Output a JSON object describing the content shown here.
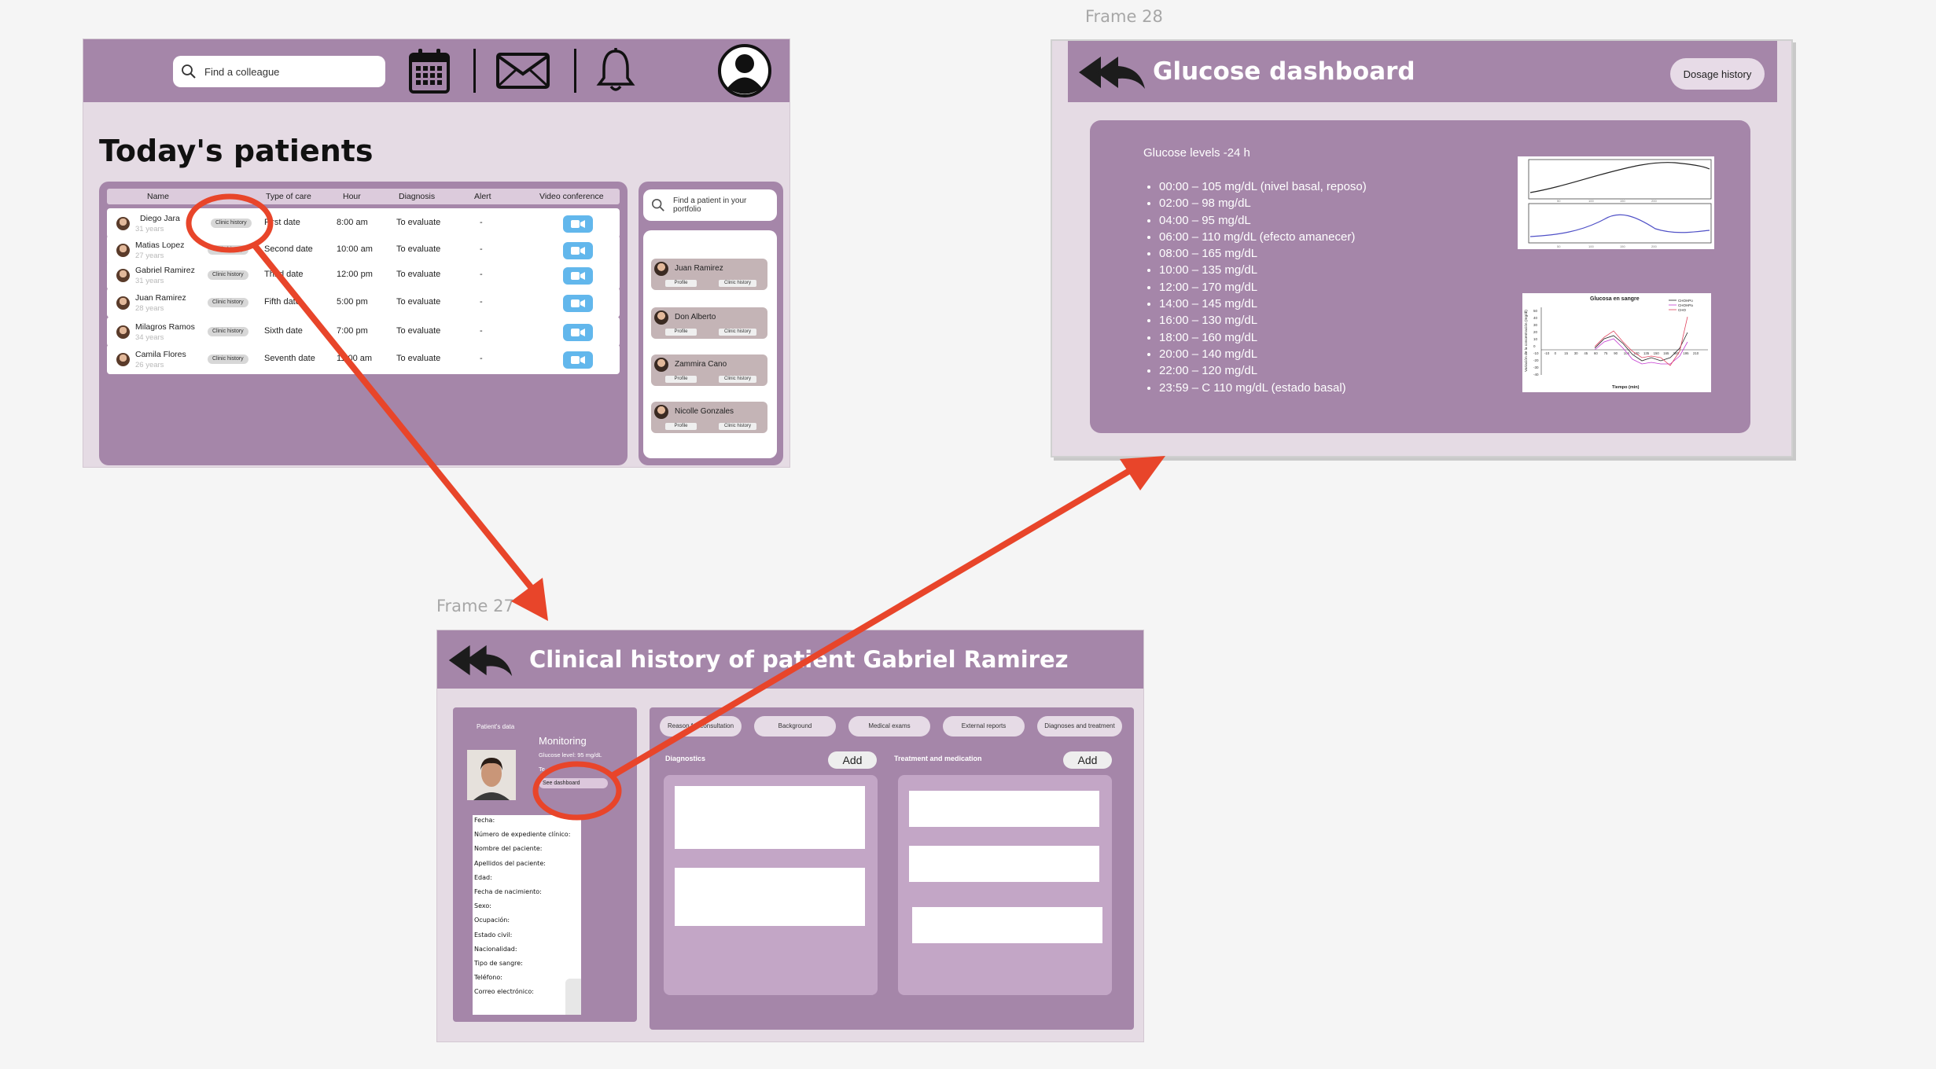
{
  "canvas": {
    "frame27_label": "Frame 27",
    "frame28_label": "Frame 28"
  },
  "todays_patients": {
    "search": {
      "placeholder": "Find a colleague"
    },
    "title": "Today's patients",
    "columns": [
      "Name",
      "Type of care",
      "Hour",
      "Diagnosis",
      "Alert",
      "Video conference"
    ],
    "rows": [
      {
        "name": "Diego Jara",
        "age": "31 years",
        "chip": "Clinic history",
        "care": "First date",
        "hour": "8:00 am",
        "diagnosis": "To evaluate",
        "alert": "-"
      },
      {
        "name": "Matias Lopez",
        "age": "27 years",
        "chip": "Clinic history",
        "care": "Second date",
        "hour": "10:00 am",
        "diagnosis": "To evaluate",
        "alert": "-"
      },
      {
        "name": "Gabriel Ramirez",
        "age": "31 years",
        "chip": "Clinic history",
        "care": "Third date",
        "hour": "12:00 pm",
        "diagnosis": "To evaluate",
        "alert": "-"
      },
      {
        "name": "Juan Ramirez",
        "age": "28 years",
        "chip": "Clinic history",
        "care": "Fifth date",
        "hour": "5:00 pm",
        "diagnosis": "To evaluate",
        "alert": "-"
      },
      {
        "name": "Milagros Ramos",
        "age": "34 years",
        "chip": "Clinic history",
        "care": "Sixth date",
        "hour": "7:00 pm",
        "diagnosis": "To evaluate",
        "alert": "-"
      },
      {
        "name": "Camila Flores",
        "age": "26 years",
        "chip": "Clinic history",
        "care": "Seventh date",
        "hour": "11:00 am",
        "diagnosis": "To evaluate",
        "alert": "-"
      }
    ],
    "portfolio": {
      "search_placeholder": "Find a patient in your portfolio",
      "patients": [
        {
          "name": "Juan Ramirez",
          "profile": "Profile",
          "history": "Clinic history"
        },
        {
          "name": "Don Alberto",
          "profile": "Profile",
          "history": "Clinic history"
        },
        {
          "name": "Zammira Cano",
          "profile": "Profile",
          "history": "Clinic history"
        },
        {
          "name": "Nicolle Gonzales",
          "profile": "Profile",
          "history": "Clinic history"
        }
      ]
    }
  },
  "glucose_dashboard": {
    "title": "Glucose dashboard",
    "dosage_button": "Dosage history",
    "levels_title": "Glucose levels -24 h",
    "levels": [
      "00:00 – 105 mg/dL (nivel basal, reposo)",
      "02:00 – 98 mg/dL",
      "04:00 – 95 mg/dL",
      "06:00 – 110 mg/dL (efecto amanecer)",
      "08:00 – 165 mg/dL",
      "10:00 – 135 mg/dL",
      "12:00 – 170 mg/dL",
      "14:00 – 145 mg/dL",
      "16:00 – 130 mg/dL",
      "18:00 – 160 mg/dL",
      "20:00 – 140 mg/dL",
      "22:00 –  120 mg/dL",
      "23:59 – C 110 mg/dL (estado basal)"
    ],
    "chart2": {
      "title": "Glucosa en sangre",
      "xlabel": "Tiempo (min)",
      "ylabel": "Variación de la concentración (mg/dl)",
      "legend": [
        "CHOHPo",
        "CHOHPa",
        "CHO"
      ],
      "xticks": [
        "-10",
        "0",
        "15",
        "30",
        "45",
        "60",
        "75",
        "90",
        "105",
        "120",
        "135",
        "150",
        "165",
        "180",
        "195",
        "210"
      ],
      "yticks": [
        "50",
        "40",
        "30",
        "20",
        "10",
        "0",
        "-10",
        "-20",
        "-30",
        "-40"
      ]
    }
  },
  "clinical_history": {
    "title": "Clinical history of patient Gabriel Ramirez",
    "patient_data_label": "Patient's data",
    "monitoring_title": "Monitoring",
    "glucose_level": "Glucose level: 95 mg/dL",
    "partial_line": "Te...",
    "see_dashboard": "See dashboard",
    "fields": [
      "Fecha:",
      "Número de expediente clínico:",
      "Nombre del paciente:",
      "Apellidos del paciente:",
      "Edad:",
      "Fecha de nacimiento:",
      "Sexo:",
      "Ocupación:",
      "Estado civil:",
      "Nacionalidad:",
      "Tipo de sangre:",
      "Teléfono:",
      "Correo electrónico:"
    ],
    "tabs": [
      "Reason for consultation",
      "Background",
      "Medical exams",
      "External reports",
      "Diagnoses and treatment"
    ],
    "diagnostics_label": "Diagnostics",
    "treatment_label": "Treatment and medication",
    "add_label": "Add"
  },
  "colors": {
    "header_purple": "#a586a9",
    "frame_bg": "#e5dbe4",
    "video_button": "#62b7ec",
    "annotation_red": "#e8452a"
  }
}
